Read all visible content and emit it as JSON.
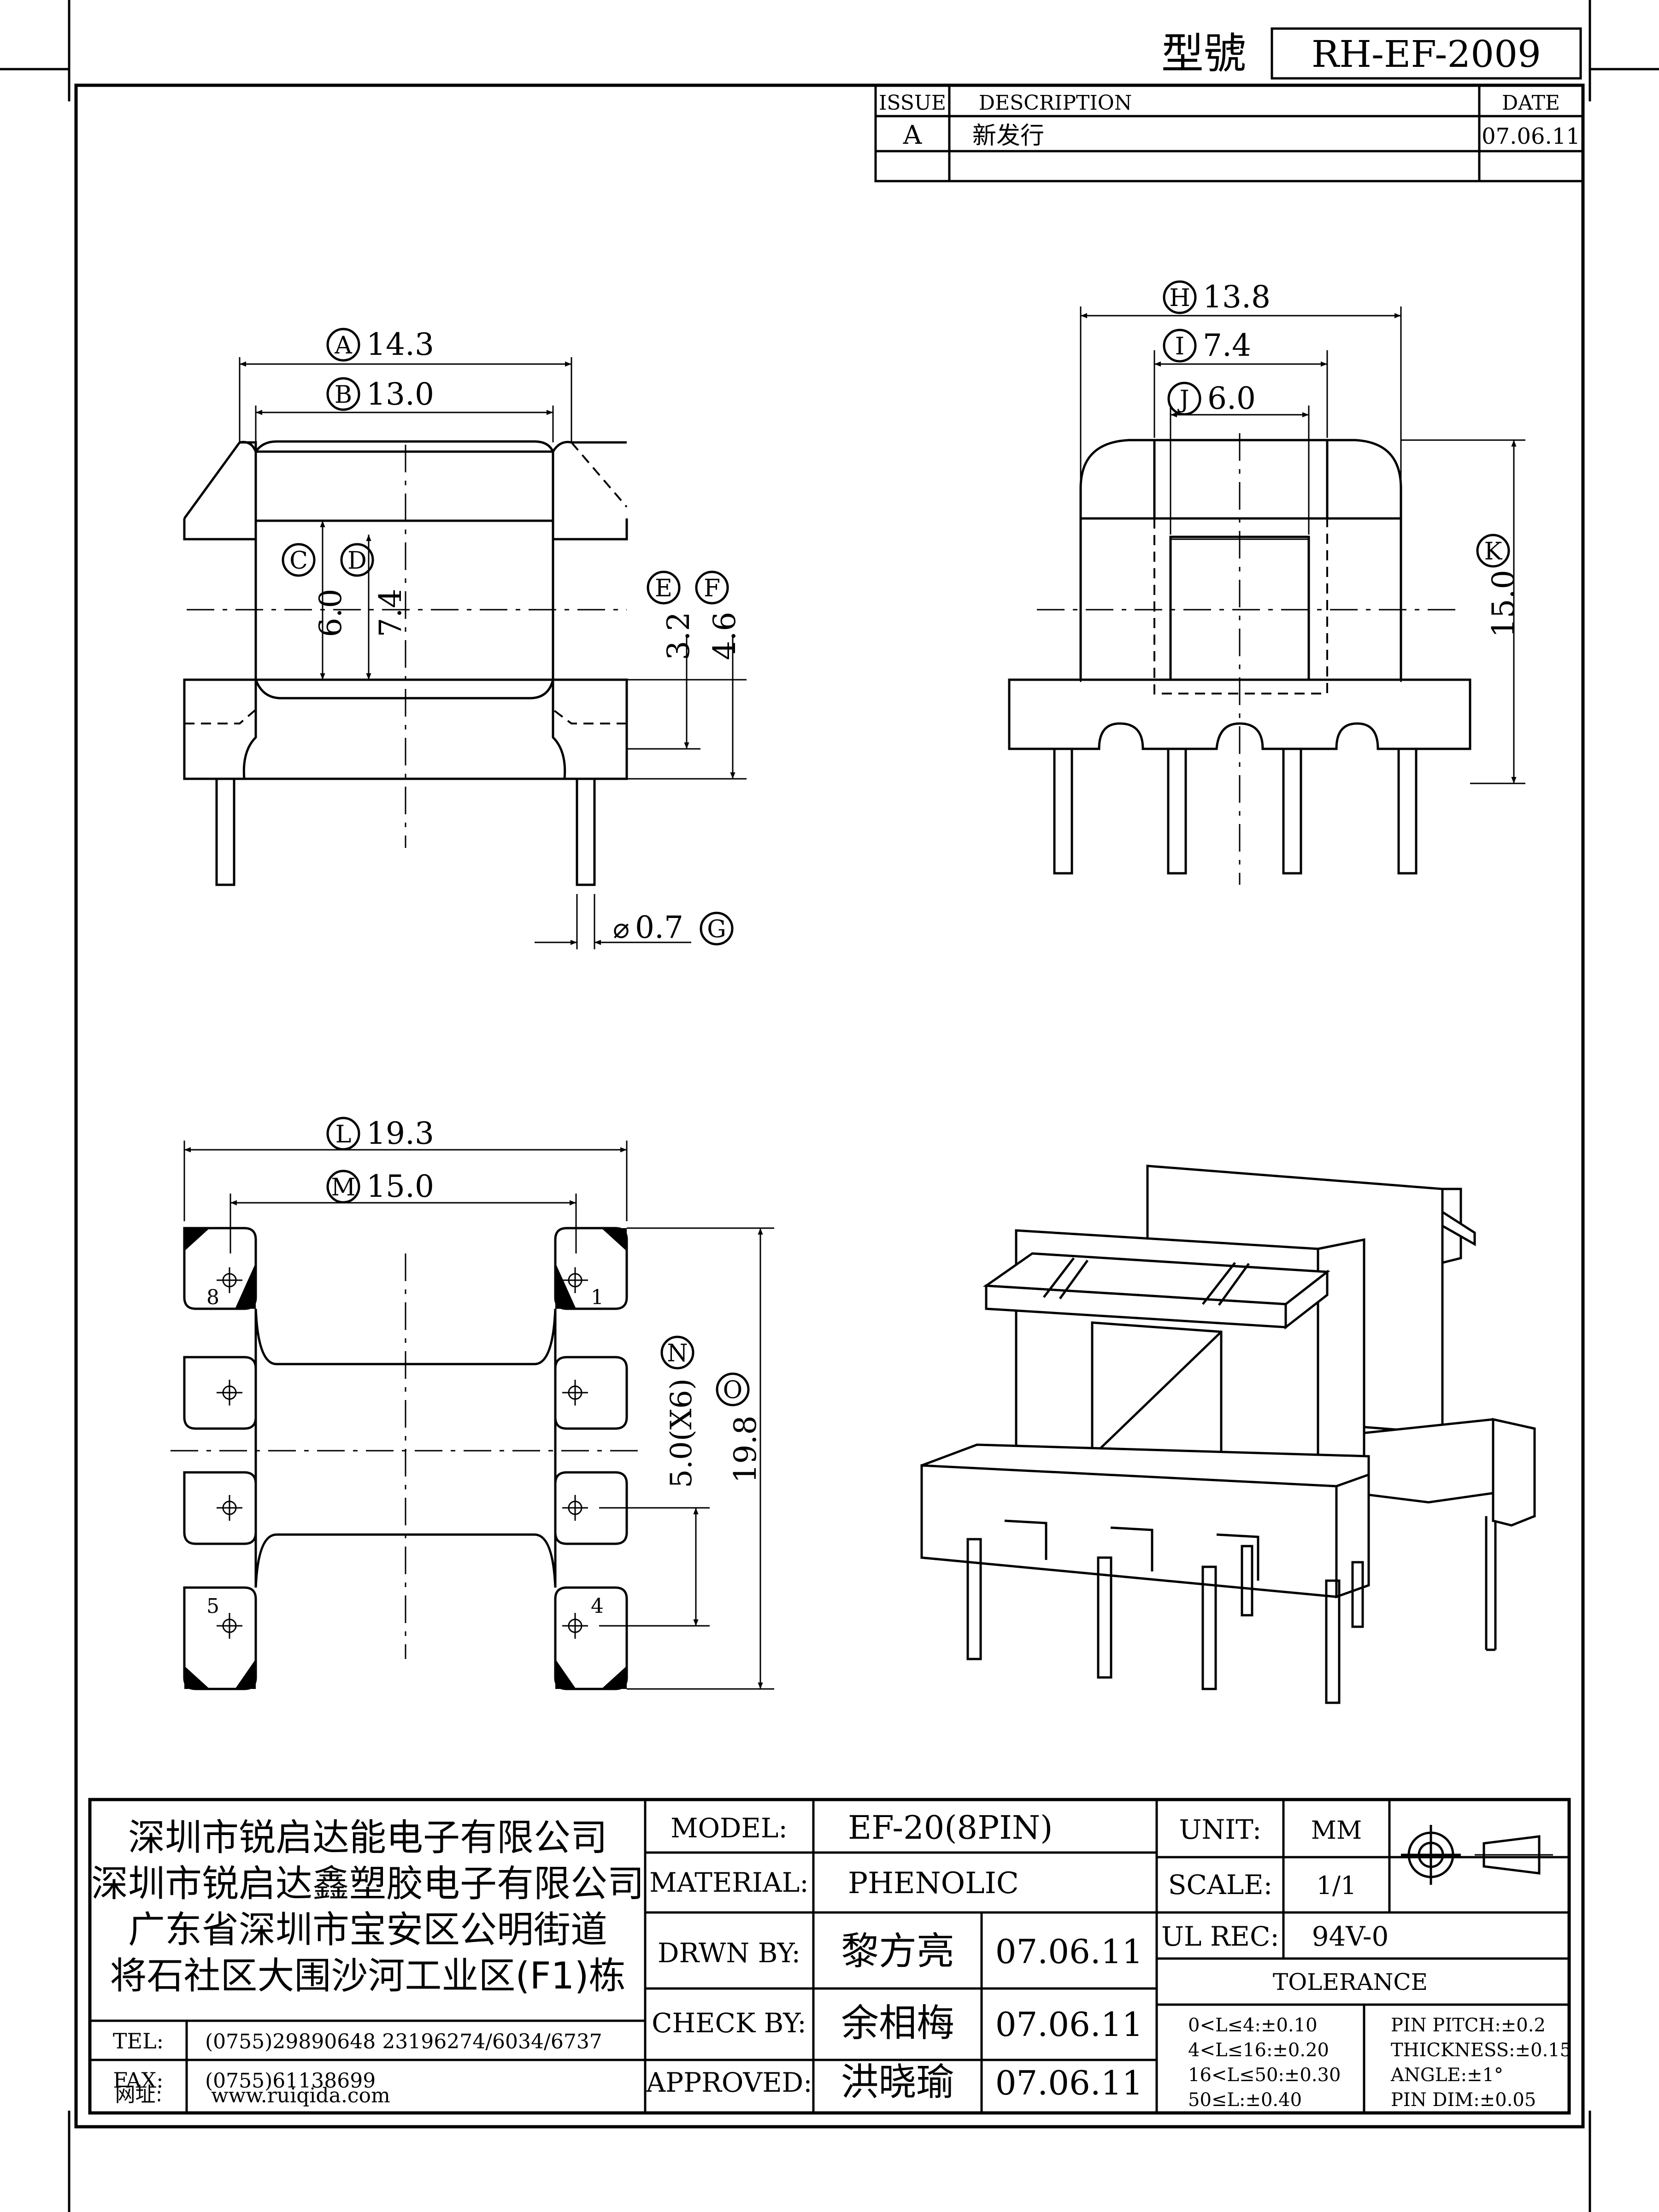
{
  "header": {
    "model_label": "型號",
    "model_value": "RH-EF-2009"
  },
  "revision_table": {
    "columns": [
      "ISSUE",
      "DESCRIPTION",
      "DATE"
    ],
    "rows": [
      {
        "issue": "A",
        "description": "新发行",
        "date": "07.06.11"
      }
    ]
  },
  "dimensions": {
    "front": [
      {
        "tag": "A",
        "value": "14.3"
      },
      {
        "tag": "B",
        "value": "13.0"
      },
      {
        "tag": "C",
        "value": "6.0"
      },
      {
        "tag": "D",
        "value": "7.4"
      },
      {
        "tag": "E",
        "value": "3.2"
      },
      {
        "tag": "F",
        "value": "4.6"
      },
      {
        "tag": "G",
        "value": "0.7",
        "prefix": "⌀"
      }
    ],
    "side": [
      {
        "tag": "H",
        "value": "13.8"
      },
      {
        "tag": "I",
        "value": "7.4"
      },
      {
        "tag": "J",
        "value": "6.0"
      },
      {
        "tag": "K",
        "value": "15.0"
      }
    ],
    "bottom": [
      {
        "tag": "L",
        "value": "19.3"
      },
      {
        "tag": "M",
        "value": "15.0"
      },
      {
        "tag": "N",
        "value": "5.0(X6)"
      },
      {
        "tag": "O",
        "value": "19.8"
      }
    ],
    "pin_labels": [
      "8",
      "1",
      "5",
      "4"
    ]
  },
  "company": {
    "lines": [
      "深圳市锐启达能电子有限公司",
      "深圳市锐启达鑫塑胶电子有限公司",
      "广东省深圳市宝安区公明街道",
      "将石社区大围沙河工业区(F1)栋"
    ],
    "tel_label": "TEL:",
    "tel_value": "(0755)29890648   23196274/6034/6737",
    "fax_label": "FAX:",
    "fax_value": "(0755)61138699",
    "web_label": "网址:",
    "web_value": "www.ruiqida.com"
  },
  "title_block": {
    "model_label": "MODEL:",
    "model_value": "EF-20(8PIN)",
    "material_label": "MATERIAL:",
    "material_value": "PHENOLIC",
    "drawn_label": "DRWN BY:",
    "drawn_name": "黎方亮",
    "drawn_date": "07.06.11",
    "check_label": "CHECK BY:",
    "check_name": "余相梅",
    "check_date": "07.06.11",
    "approved_label": "APPROVED:",
    "approved_name": "洪晓瑜",
    "approved_date": "07.06.11",
    "unit_label": "UNIT:",
    "unit_value": "MM",
    "scale_label": "SCALE:",
    "scale_value": "1/1",
    "ul_label": "UL REC:",
    "ul_value": "94V-0",
    "tolerance_title": "TOLERANCE",
    "tolerance_left": [
      "0<L≤4:±0.10",
      "4<L≤16:±0.20",
      "16<L≤50:±0.30",
      "50≤L:±0.40"
    ],
    "tolerance_right": [
      "PIN PITCH:±0.2",
      "THICKNESS:±0.15",
      "ANGLE:±1°",
      "PIN DIM:±0.05"
    ]
  }
}
